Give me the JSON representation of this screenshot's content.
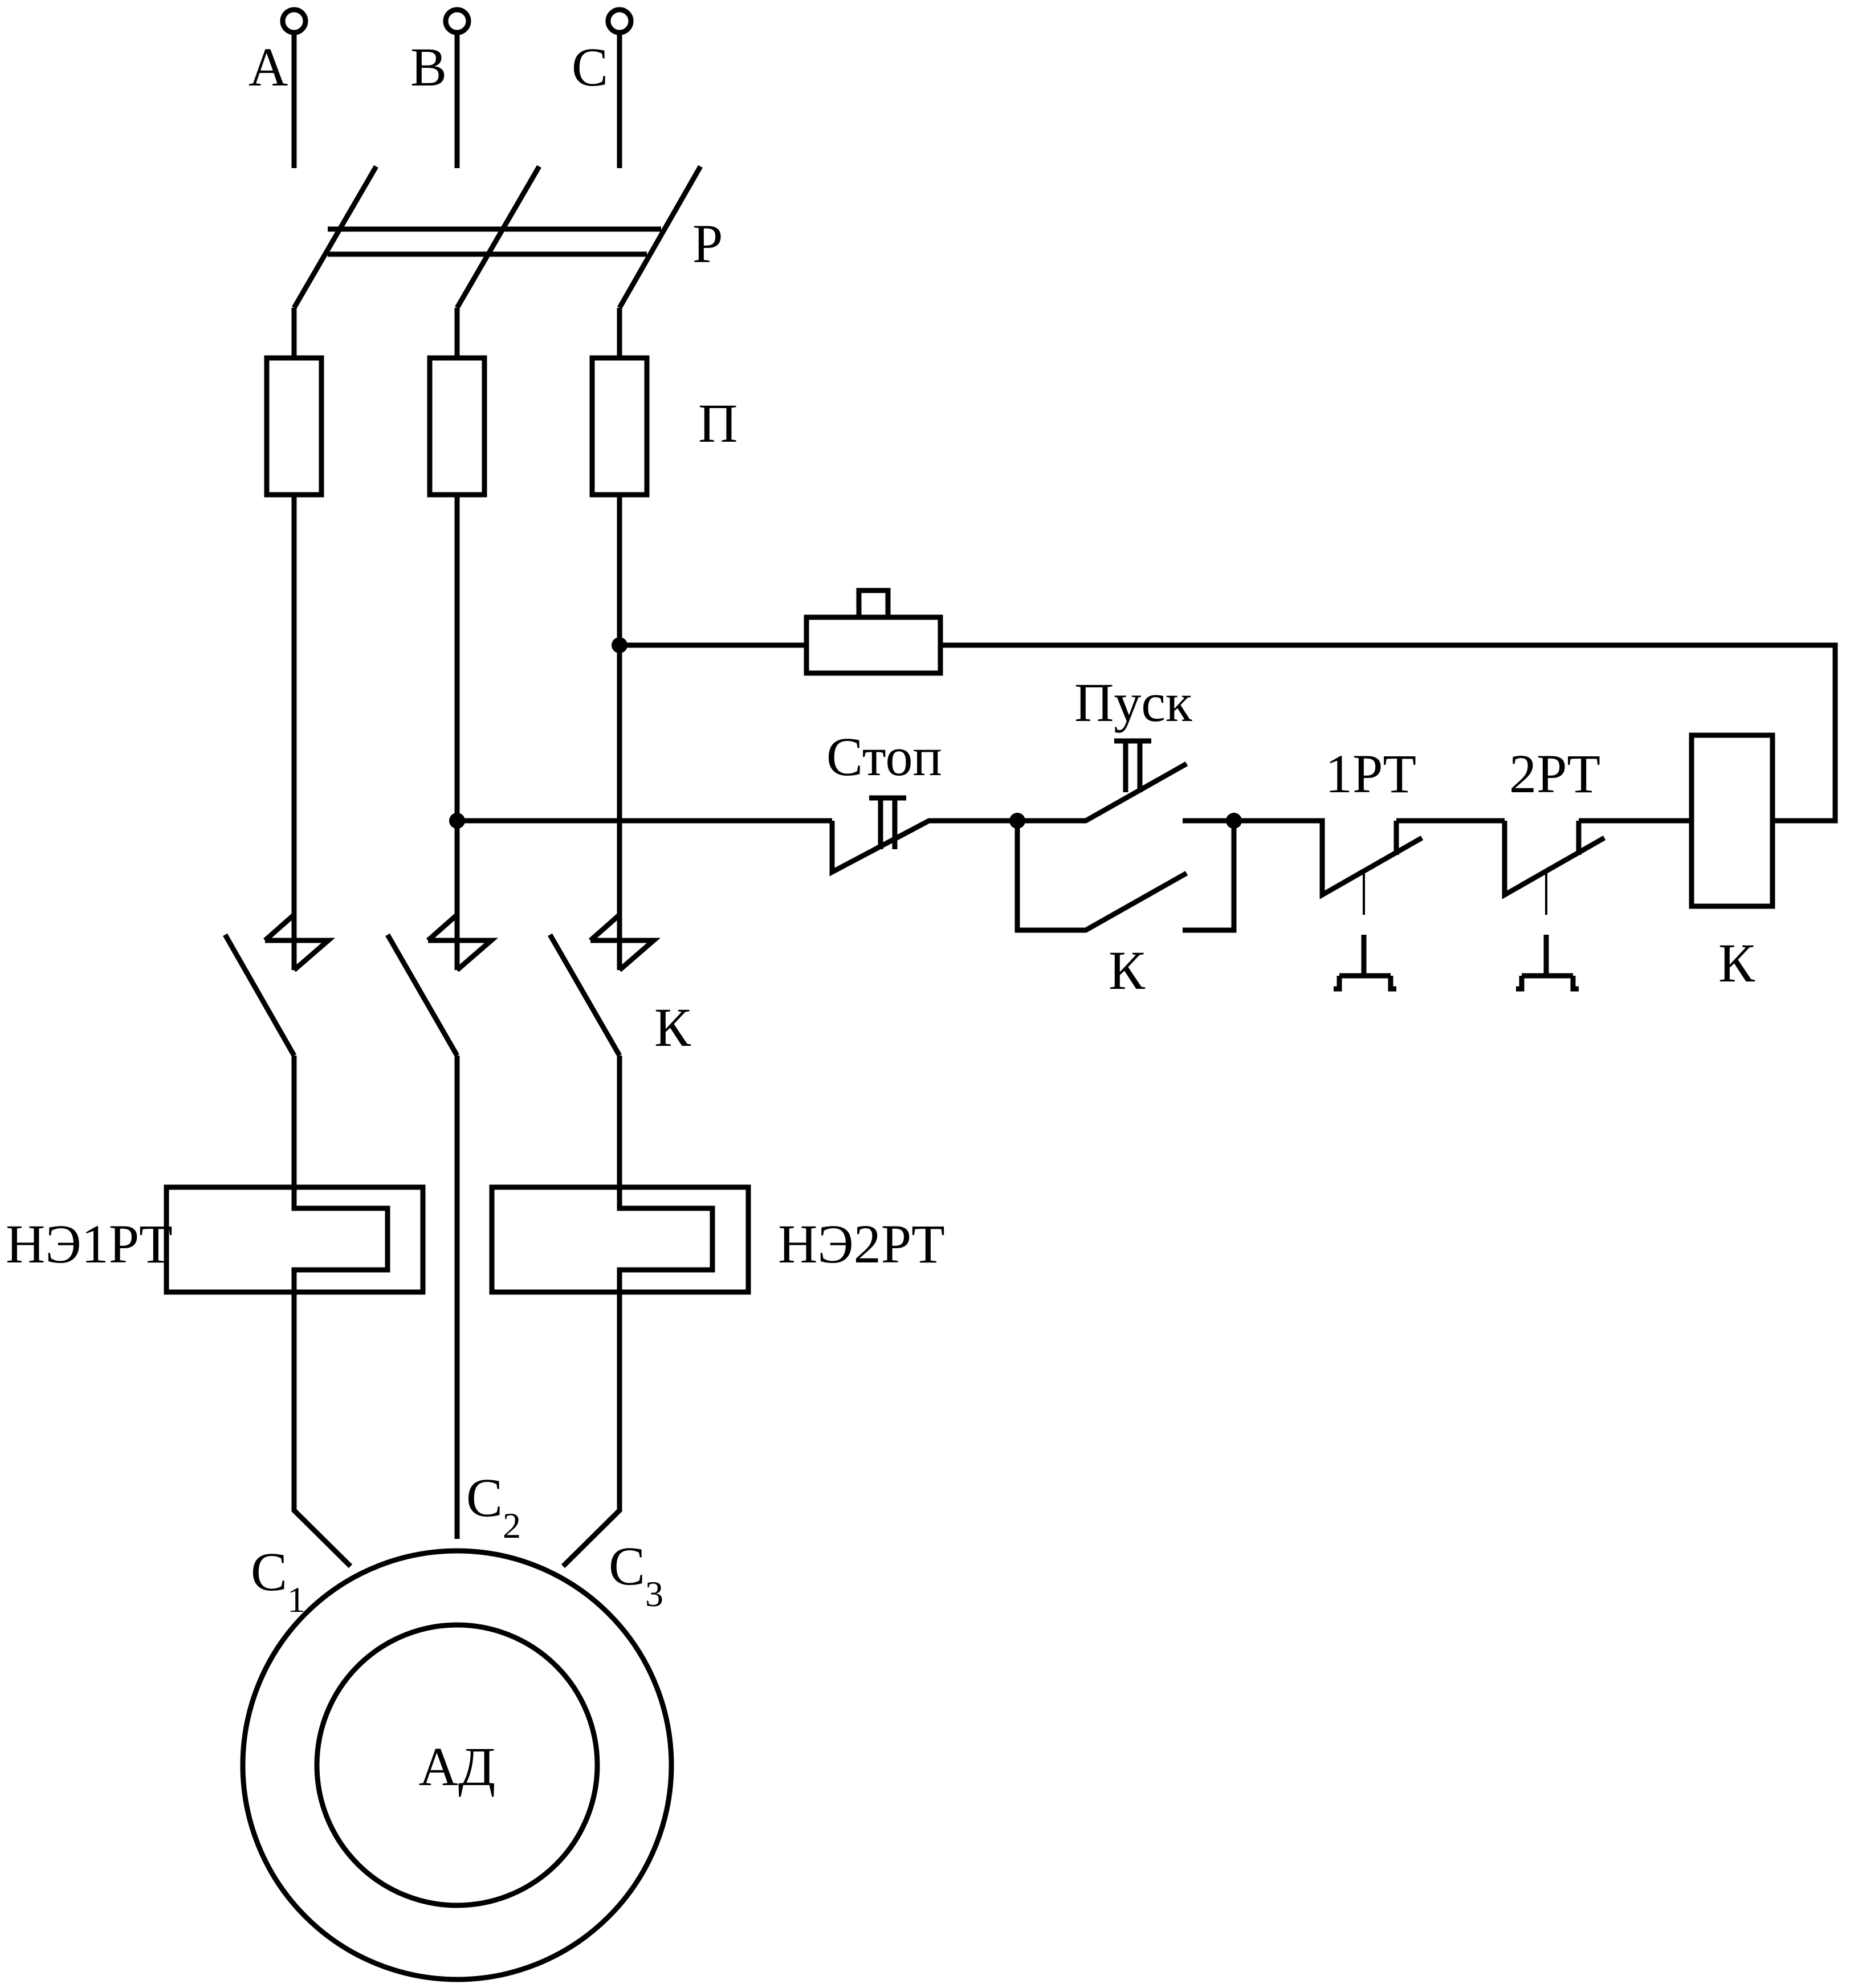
{
  "labels": {
    "phase_a": "A",
    "phase_b": "B",
    "phase_c": "C",
    "switch_p": "P",
    "fuse": "П",
    "stop": "Стоп",
    "start": "Пуск",
    "relay1": "1PT",
    "relay2": "2PT",
    "aux_contact": "К",
    "coil": "К",
    "main_contacts": "К",
    "heater1": "НЭ1PT",
    "heater2": "НЭ2PT",
    "c1_letter": "C",
    "c1_index": "1",
    "c2_letter": "C",
    "c2_index": "2",
    "c3_letter": "C",
    "c3_index": "3",
    "motor": "АД"
  }
}
